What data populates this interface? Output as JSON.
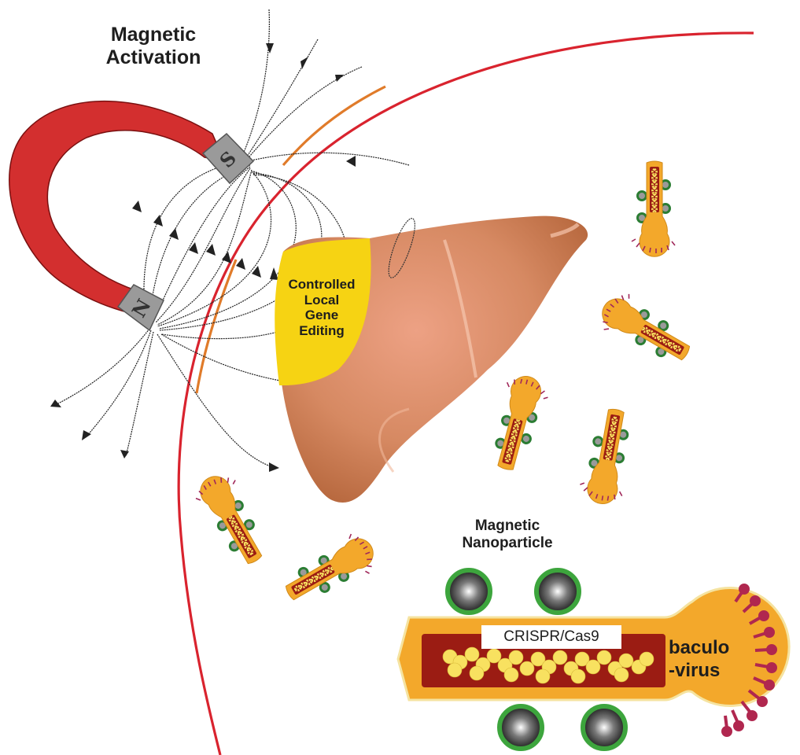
{
  "labels": {
    "magnetic_activation": "Magnetic\nActivation",
    "magnetic_activation_lines": [
      "Magnetic",
      "Activation"
    ],
    "gene_editing_lines": [
      "Controlled",
      "Local",
      "Gene",
      "Editing"
    ],
    "nanoparticle_lines": [
      "Magnetic",
      "Nanoparticle"
    ],
    "crispr": "CRISPR/Cas9",
    "baculovirus_lines": [
      "baculo",
      "-virus"
    ]
  },
  "magnet": {
    "south_pole": "S",
    "north_pole": "N"
  },
  "colors": {
    "magnet_red": "#d32f2f",
    "pole_gray": "#9a9a9a",
    "liver": "#c97a55",
    "liver_light": "#eaa183",
    "highlight_yellow": "#f6d313",
    "virus_orange": "#f3a82b",
    "virus_core": "#9b1c13",
    "dna_yellow": "#f8e160",
    "spike_magenta": "#b0274f",
    "nanoparticle_ring": "#3da53d",
    "membrane_red": "#d9232e",
    "membrane_orange": "#e07b2a"
  },
  "small_virions": [
    {
      "name": "virion-1"
    },
    {
      "name": "virion-2"
    },
    {
      "name": "virion-3"
    },
    {
      "name": "virion-4"
    },
    {
      "name": "virion-5"
    },
    {
      "name": "virion-6"
    }
  ]
}
